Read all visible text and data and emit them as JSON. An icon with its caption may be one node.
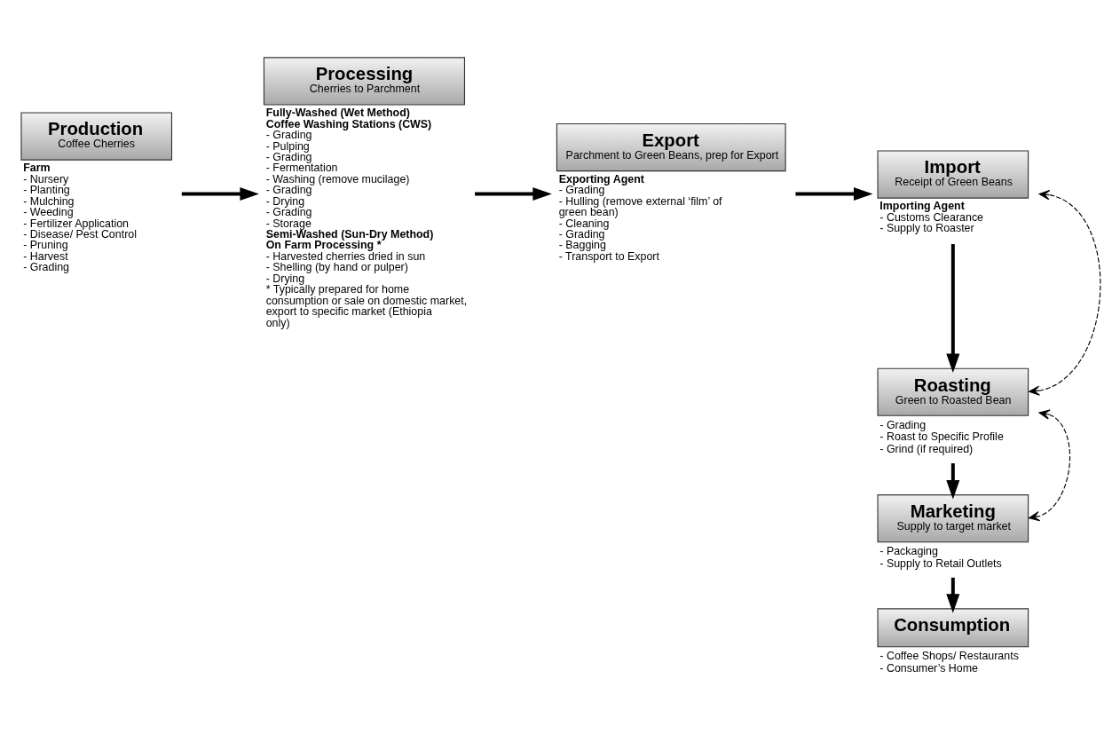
{
  "diagram": {
    "nodes": [
      {
        "text": [
          "Production",
          "Coffee Cherries"
        ],
        "beside": [
          "Farm",
          "- Nursery",
          "- Planting",
          "- Mulching",
          "- Weeding",
          "- Fertilizer Application",
          "- Disease/ Pest Control",
          "- Pruning",
          "- Harvest",
          "- Grading"
        ]
      },
      {
        "text": [
          "Processing",
          "Cherries to Parchment"
        ],
        "beside": [
          "Fully-Washed (Wet Method)",
          "Coffee Washing Stations (CWS)",
          "- Grading",
          "- Pulping",
          "- Grading",
          "- Fermentation",
          "- Washing (remove mucilage)",
          "- Grading",
          "- Drying",
          "- Grading",
          "- Storage",
          "Semi-Washed (Sun-Dry Method)",
          "On Farm Processing *",
          "- Harvested cherries dried in sun",
          "- Shelling (by hand or pulper)",
          "- Drying",
          "* Typically prepared for home consumption or sale on domestic market, export to specific market (Ethiopia only)"
        ]
      },
      {
        "text": [
          "Export",
          "Parchment to Green Beans, prep for Export"
        ],
        "beside": [
          "Exporting Agent",
          "- Grading",
          "- Hulling (remove external ‘film’ of green bean)",
          "- Cleaning",
          "- Grading",
          "- Bagging",
          "- Transport to Export"
        ]
      },
      {
        "text": [
          "Import",
          "Receipt of Green Beans"
        ],
        "beside": [
          "Importing Agent",
          "- Customs Clearance",
          "- Supply to Roaster"
        ]
      },
      {
        "text": [
          "Roasting",
          "Green to Roasted Bean"
        ],
        "beside": [
          "- Grading",
          "- Roast to Specific Profile",
          "- Grind (if required)"
        ]
      },
      {
        "text": [
          "Marketing",
          "Supply to target market"
        ],
        "beside": [
          "- Packaging",
          "- Supply to Retail Outlets"
        ]
      },
      {
        "text": [
          "Consumption"
        ],
        "beside": [
          "- Coffee Shops/ Restaurants",
          "- Consumer’s Home"
        ]
      }
    ],
    "edges": [
      {
        "from": 0,
        "to": 1,
        "arrow": "to"
      },
      {
        "from": 1,
        "to": 2,
        "arrow": "to"
      },
      {
        "from": 2,
        "to": 3,
        "arrow": "to"
      },
      {
        "from": 3,
        "to": 4,
        "arrow": "to"
      },
      {
        "from": 3,
        "to": 4,
        "arrow": "both",
        "style": "dashed"
      },
      {
        "from": 4,
        "to": 5,
        "arrow": "to"
      },
      {
        "from": 4,
        "to": 5,
        "arrow": "both",
        "style": "dashed"
      },
      {
        "from": 5,
        "to": 6,
        "arrow": "to"
      }
    ]
  }
}
